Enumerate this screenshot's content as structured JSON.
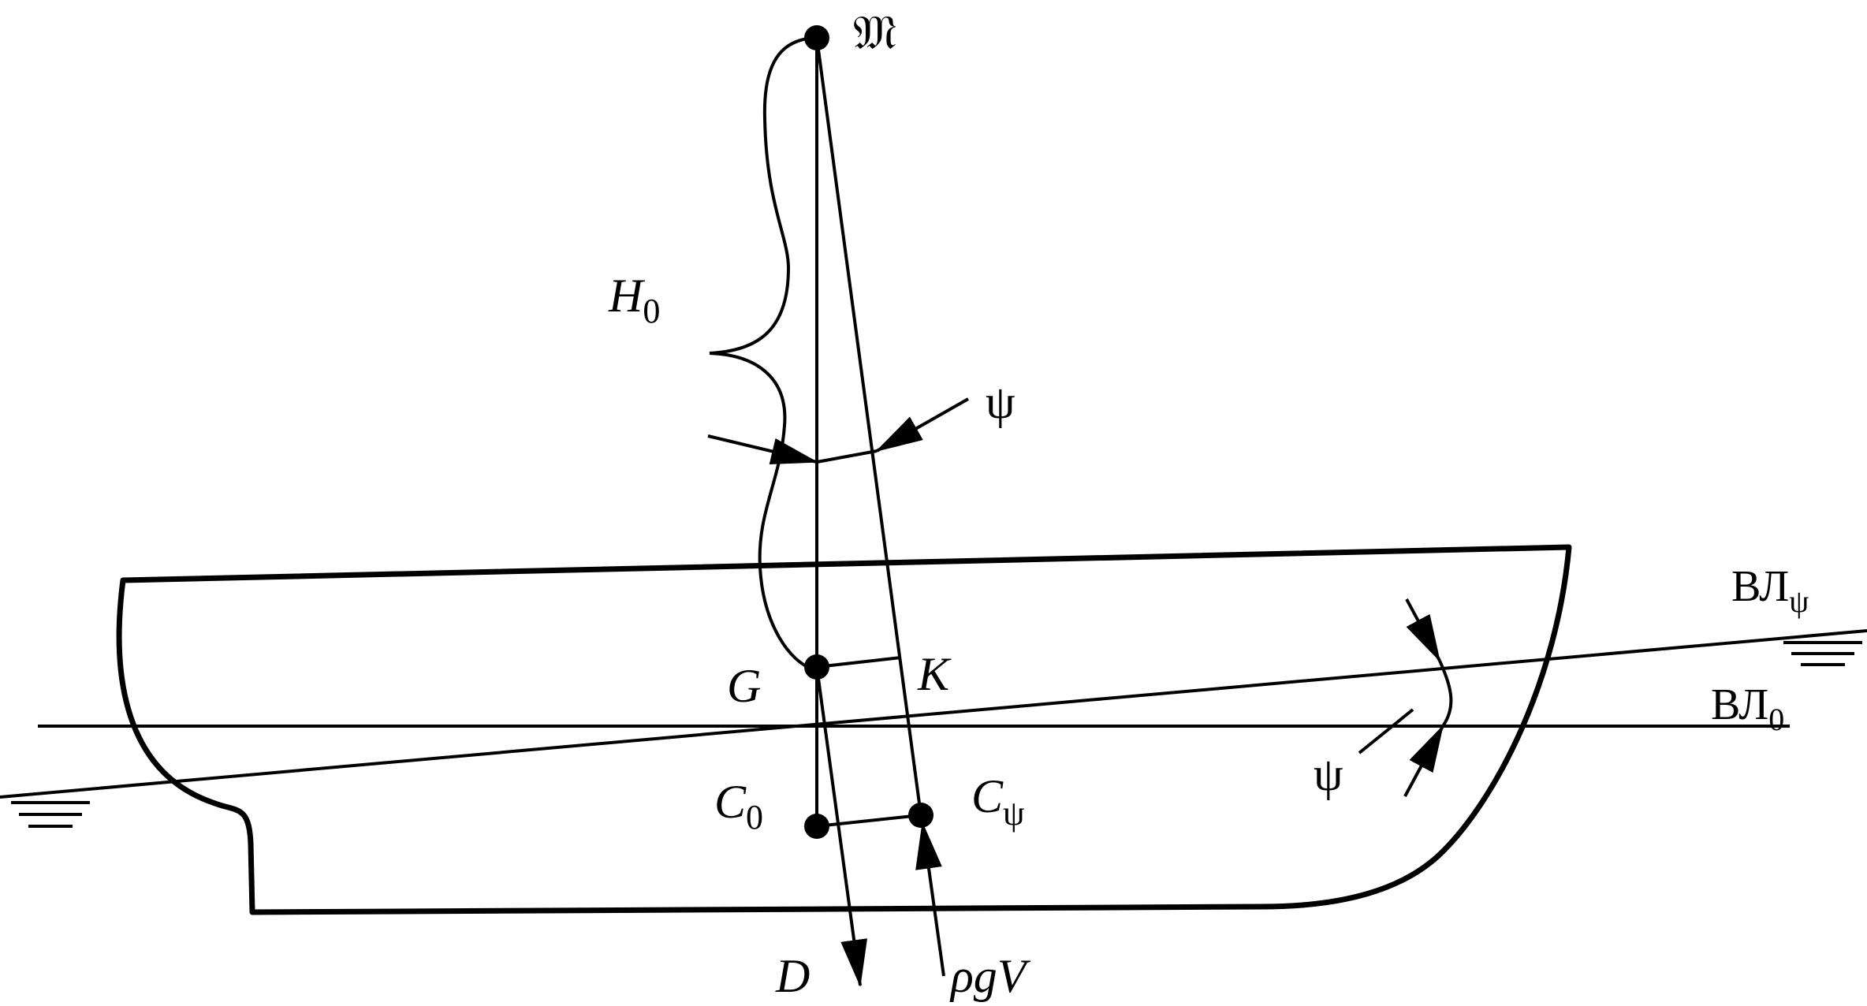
{
  "labels": {
    "metacenter": "𝔐",
    "metacentric_height": "H",
    "metacentric_height_sub": "0",
    "heel_angle_top": "ψ",
    "heel_angle_right": "ψ",
    "center_of_gravity": "G",
    "point_k": "K",
    "buoyancy_center_initial": "C",
    "buoyancy_center_initial_sub": "0",
    "buoyancy_center_heeled": "C",
    "buoyancy_center_heeled_sub": "ψ",
    "displacement_force": "D",
    "buoyancy_force": "ρgV",
    "waterline_heeled": "ВЛ",
    "waterline_heeled_sub": "ψ",
    "waterline_initial": "ВЛ",
    "waterline_initial_sub": "0"
  },
  "colors": {
    "ink": "#000000",
    "background": "#ffffff"
  }
}
